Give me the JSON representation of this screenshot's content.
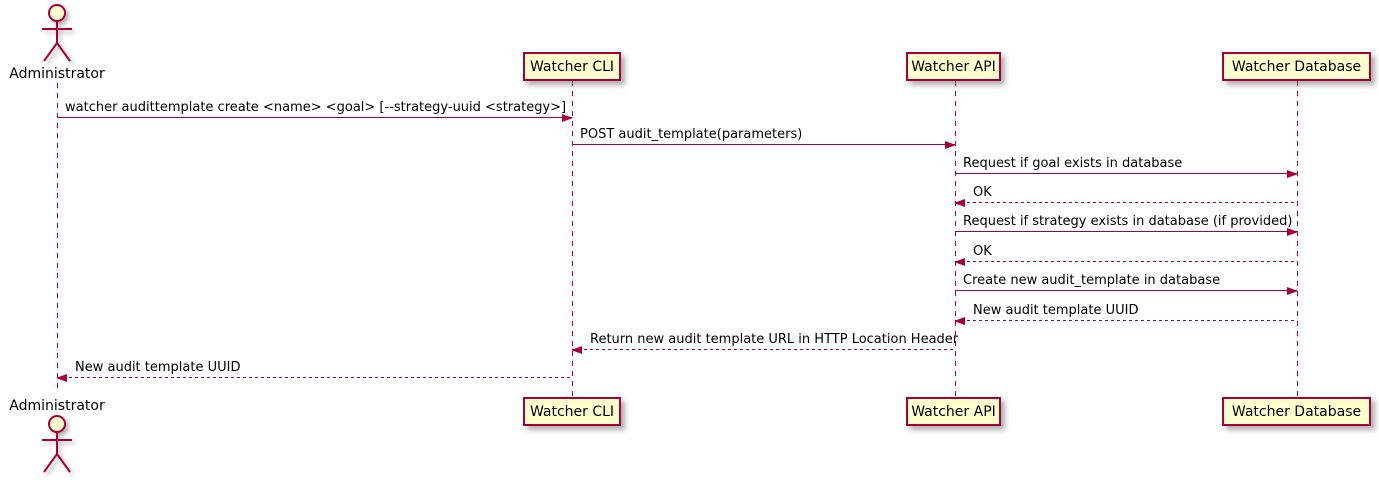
{
  "diagram": {
    "type": "sequence",
    "colors": {
      "box_fill": "#FEFECE",
      "line": "#A80036",
      "text": "#000000",
      "background": "#FFFFFF"
    },
    "actor": {
      "name": "Administrator"
    },
    "participants": [
      {
        "label": "Watcher CLI"
      },
      {
        "label": "Watcher API"
      },
      {
        "label": "Watcher Database"
      }
    ],
    "messages": [
      {
        "from": "Administrator",
        "to": "Watcher CLI",
        "style": "solid",
        "label": "watcher audittemplate create <name> <goal> [--strategy-uuid <strategy>]"
      },
      {
        "from": "Watcher CLI",
        "to": "Watcher API",
        "style": "solid",
        "label": "POST audit_template(parameters)"
      },
      {
        "from": "Watcher API",
        "to": "Watcher Database",
        "style": "solid",
        "label": "Request if goal exists in database"
      },
      {
        "from": "Watcher Database",
        "to": "Watcher API",
        "style": "dotted",
        "label": "OK"
      },
      {
        "from": "Watcher API",
        "to": "Watcher Database",
        "style": "solid",
        "label": "Request if strategy exists in database (if provided)"
      },
      {
        "from": "Watcher Database",
        "to": "Watcher API",
        "style": "dotted",
        "label": "OK"
      },
      {
        "from": "Watcher API",
        "to": "Watcher Database",
        "style": "solid",
        "label": "Create new audit_template in database"
      },
      {
        "from": "Watcher Database",
        "to": "Watcher API",
        "style": "dotted",
        "label": "New audit template UUID"
      },
      {
        "from": "Watcher API",
        "to": "Watcher CLI",
        "style": "dotted",
        "label": "Return new audit template URL in HTTP Location Header"
      },
      {
        "from": "Watcher CLI",
        "to": "Administrator",
        "style": "dotted",
        "label": "New audit template UUID"
      }
    ]
  }
}
